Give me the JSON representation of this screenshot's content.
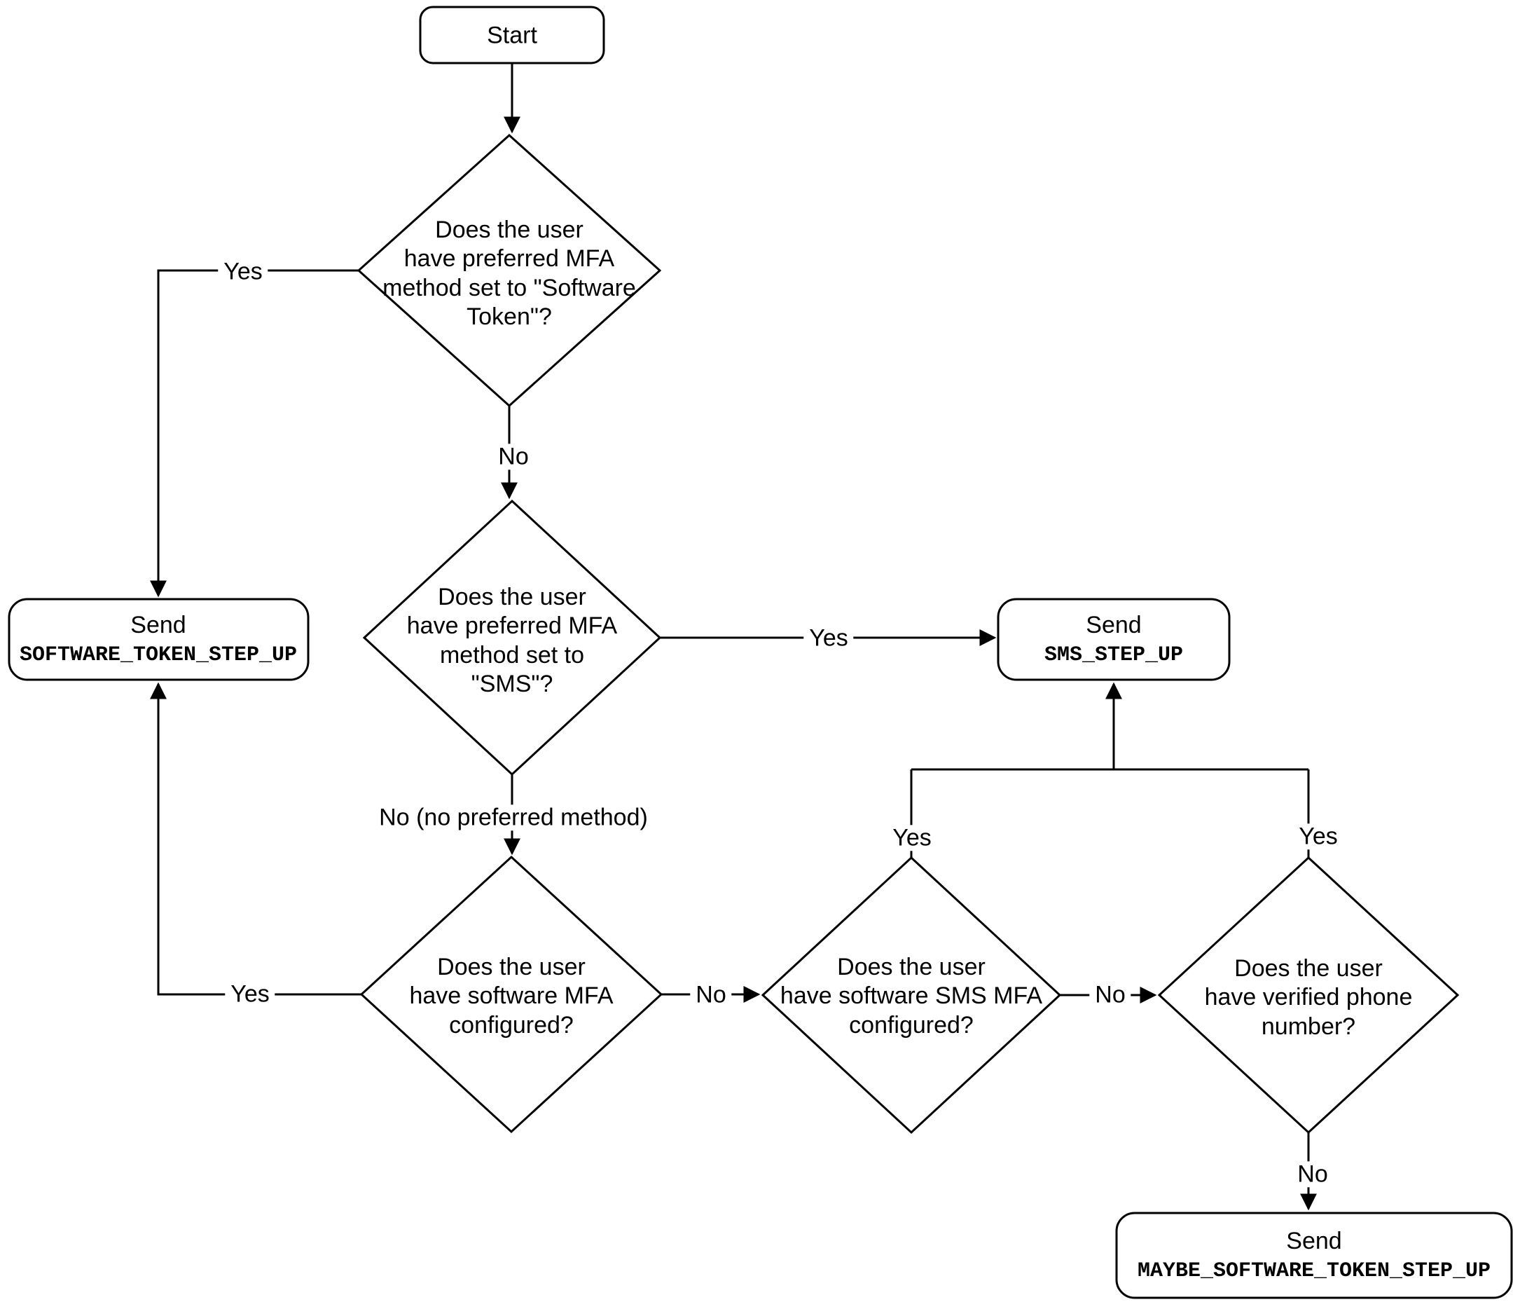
{
  "diagram": {
    "nodes": {
      "start": {
        "label": "Start"
      },
      "decision_preferred_software_token": {
        "label": "Does the user\nhave preferred MFA\nmethod set to \"Software\nToken\"?"
      },
      "decision_preferred_sms": {
        "label": "Does the user\nhave preferred MFA\nmethod set to\n\"SMS\"?"
      },
      "decision_software_mfa_configured": {
        "label": "Does the user\nhave software MFA\nconfigured?"
      },
      "decision_sms_mfa_configured": {
        "label": "Does the user\nhave software SMS MFA\nconfigured?"
      },
      "decision_verified_phone": {
        "label": "Does the user\nhave verified phone\nnumber?"
      },
      "send_software_token": {
        "action": "Send",
        "code": "SOFTWARE_TOKEN_STEP_UP"
      },
      "send_sms": {
        "action": "Send",
        "code": "SMS_STEP_UP"
      },
      "send_maybe_software_token": {
        "action": "Send",
        "code": "MAYBE_SOFTWARE_TOKEN_STEP_UP"
      }
    },
    "edge_labels": {
      "d1_yes": "Yes",
      "d1_no": "No",
      "d2_yes": "Yes",
      "d2_no": "No (no preferred method)",
      "d3_yes": "Yes",
      "d3_no": "No",
      "d4_yes": "Yes",
      "d4_no": "No",
      "d5_yes": "Yes",
      "d5_no": "No"
    },
    "colors": {
      "stroke": "#000000",
      "fill": "#ffffff"
    }
  }
}
